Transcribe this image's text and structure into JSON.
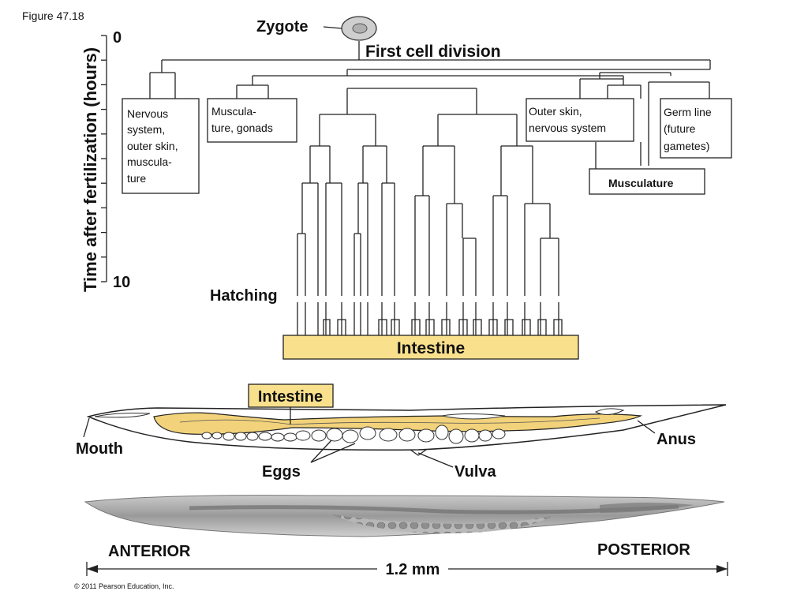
{
  "figure_label": "Figure 47.18",
  "y_axis": {
    "label": "Time after fertilization (hours)",
    "tick_top": "0",
    "tick_bottom": "10"
  },
  "zygote_label": "Zygote",
  "first_division_label": "First cell division",
  "hatching_label": "Hatching",
  "boxes": {
    "nervous": [
      "Nervous",
      "system,",
      "outer skin,",
      "muscula-",
      "ture"
    ],
    "muscle_gonads": [
      "Muscula-",
      "ture, gonads"
    ],
    "outer_nervous": [
      "Outer skin,",
      "nervous system"
    ],
    "germ": [
      "Germ line",
      "(future",
      "gametes)"
    ],
    "musculature": "Musculature",
    "intestine": "Intestine"
  },
  "worm": {
    "intestine_label": "Intestine",
    "mouth": "Mouth",
    "anus": "Anus",
    "eggs": "Eggs",
    "vulva": "Vulva"
  },
  "micrograph": {
    "anterior": "ANTERIOR",
    "posterior": "POSTERIOR",
    "scale": "1.2 mm"
  },
  "copyright": "© 2011 Pearson Education, Inc.",
  "colors": {
    "intestine_fill": "#f9e08c",
    "intestine_worm": "#f2d27a",
    "line": "#222222"
  }
}
